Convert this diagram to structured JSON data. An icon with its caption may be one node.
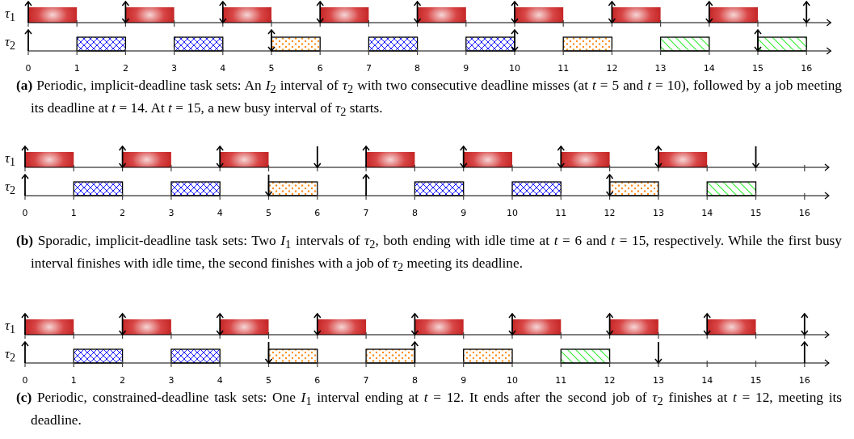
{
  "diagram": {
    "labels": [
      "*τ*$_{1}$",
      "*τ*$_{2}$",
      "0",
      "1",
      "2",
      "3",
      "4",
      "5",
      "6",
      "7",
      "8",
      "9",
      "10",
      "11",
      "12",
      "13",
      "14",
      "15",
      "16",
      "**(a)** Periodic, implicit-deadline task sets: An *I*$_{2}$ interval of *τ*$_{2}$ with two consecutive deadline misses (at *t* = 5 and *t* = 10), followed by a job meeting its deadline at *t* = 14. At *t* = 15, a new busy interval of *τ*$_{2}$ starts.",
      "*τ*$_{1}$",
      "*τ*$_{2}$",
      "0",
      "1",
      "2",
      "3",
      "4",
      "5",
      "6",
      "7",
      "8",
      "9",
      "10",
      "11",
      "12",
      "13",
      "14",
      "15",
      "16",
      "**(b)** Sporadic, implicit-deadline task sets: Two *I*$_{1}$ intervals of *τ*$_{2}$, both ending with idle time at *t* = 6 and *t* = 15, respectively. While the first busy interval finishes with idle time, the second finishes with a job of *τ*$_{2}$ meeting its deadline.",
      "*τ*$_{1}$",
      "*τ*$_{2}$",
      "0",
      "1",
      "2",
      "3",
      "4",
      "5",
      "6",
      "7",
      "8",
      "9",
      "10",
      "11",
      "12",
      "13",
      "14",
      "15",
      "16",
      "**(c)** Periodic, constrained-deadline task sets: One *I*$_{1}$ interval ending at *t* = 12. It ends after the second job of *τ*$_{2}$ finishes at *t* = 12, meeting its deadline."
    ]
  }
}
